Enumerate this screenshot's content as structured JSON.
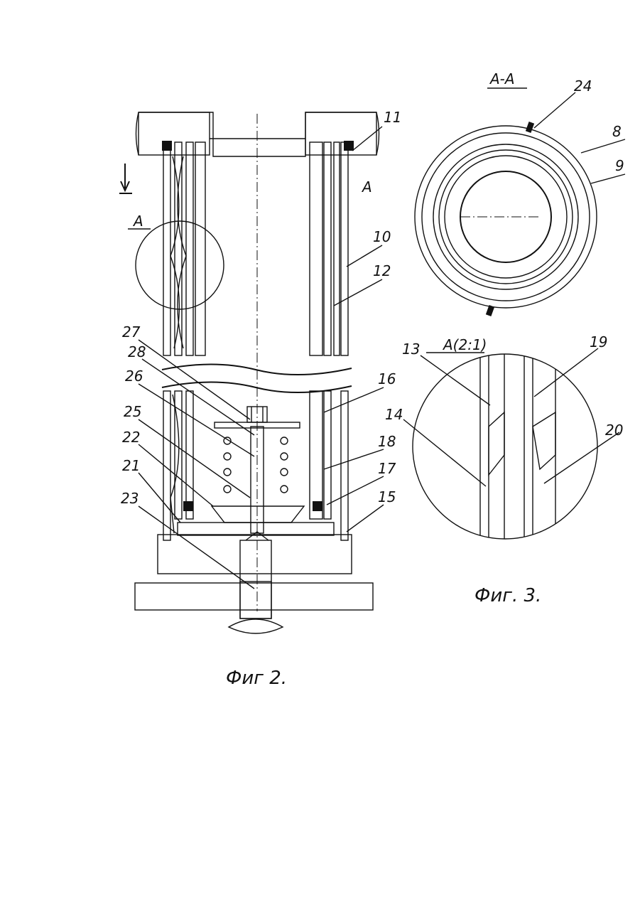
{
  "figures": {
    "fig2": {
      "caption": "Фиг 2.",
      "view_arrow_label": "А",
      "detail_label": "А",
      "part_labels": [
        "11",
        "10",
        "12",
        "27",
        "28",
        "26",
        "25",
        "22",
        "21",
        "23",
        "16",
        "18",
        "17",
        "15"
      ]
    },
    "fig3": {
      "caption": "Фиг. 3.",
      "section_title": "А-А",
      "detail_title": "А(2:1)",
      "section_labels": [
        "24",
        "8",
        "9"
      ],
      "detail_labels": [
        "13",
        "14",
        "19",
        "20"
      ]
    }
  },
  "colors": {
    "ink": "#111111",
    "paper": "#ffffff"
  }
}
